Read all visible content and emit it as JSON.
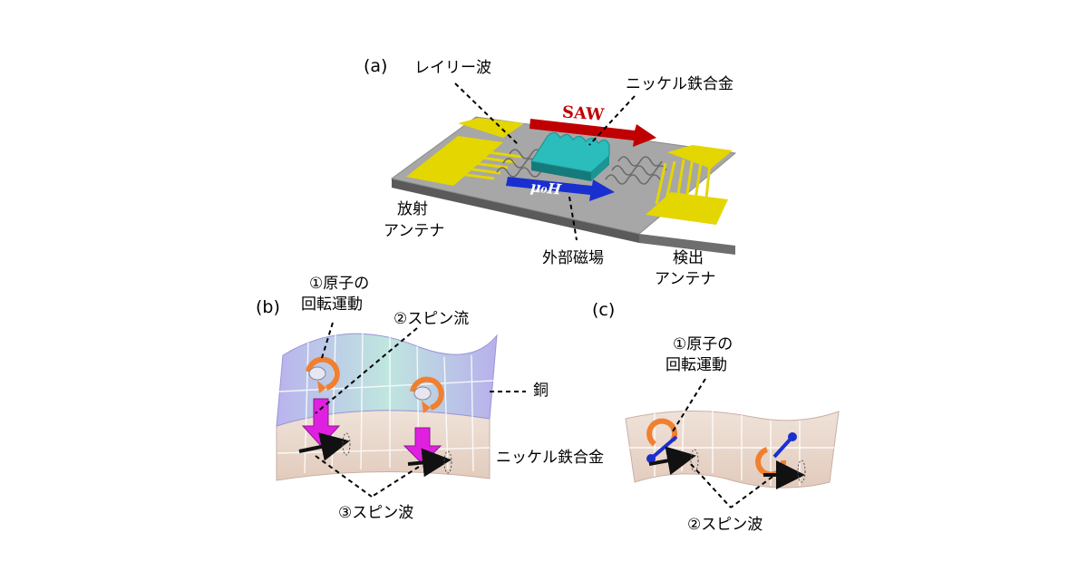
{
  "panels": {
    "a": {
      "panel_label": "(a)",
      "rayleigh_wave": "レイリー波",
      "nickel_alloy": "ニッケル鉄合金",
      "saw": "SAW",
      "field_symbol": "μ₀H",
      "emit_antenna_line1": "放射",
      "emit_antenna_line2": "アンテナ",
      "external_field": "外部磁場",
      "detect_antenna_line1": "検出",
      "detect_antenna_line2": "アンテナ"
    },
    "b": {
      "panel_label": "(b)",
      "rotation_line1": "①原子の",
      "rotation_line2": "回転運動",
      "spin_current": "②スピン流",
      "copper": "銅",
      "nickel_alloy": "ニッケル鉄合金",
      "spin_wave": "③スピン波"
    },
    "c": {
      "panel_label": "(c)",
      "rotation_line1": "①原子の",
      "rotation_line2": "回転運動",
      "spin_wave": "②スピン波"
    }
  },
  "colors": {
    "substrate": "#a6a6a6",
    "antenna": "#e6d800",
    "nickel_block": "#2ab5b5",
    "saw_arrow": "#c00000",
    "field_arrow": "#1a2fd0",
    "spin_current_arrow": "#e020e0",
    "rotation_arrow": "#f08030",
    "copper_layer": "#b8b0e8",
    "nickel_layer": "#e8d2c4"
  }
}
